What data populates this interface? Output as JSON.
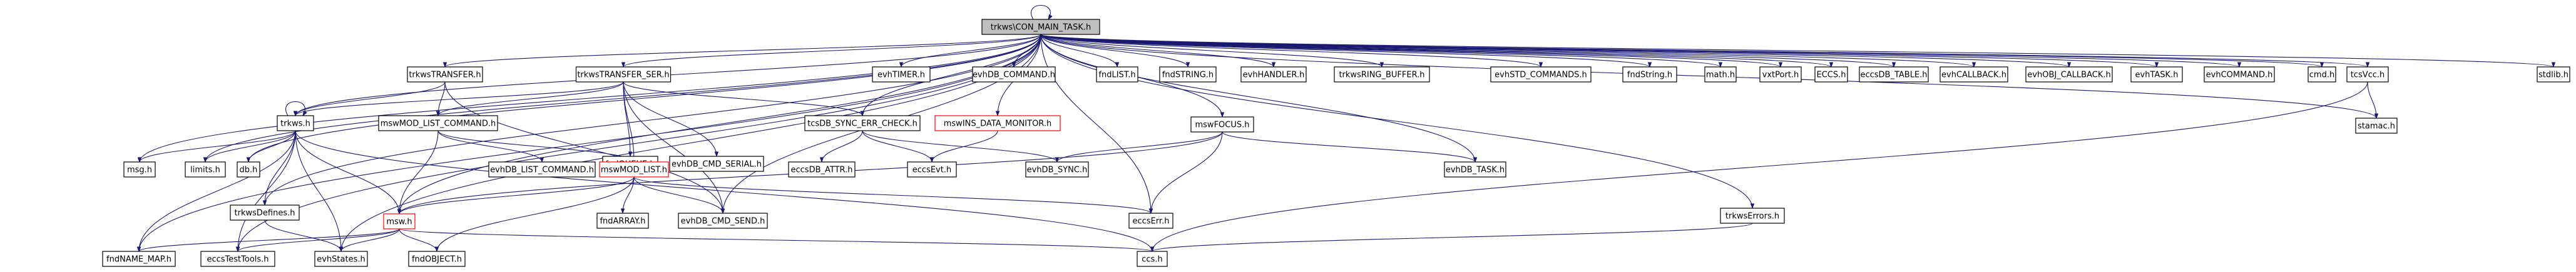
{
  "colors": {
    "edge": "#191970",
    "root_fill": "#bfbfbf",
    "red_border": "#ff0000",
    "border": "#000000"
  },
  "nodes": [
    {
      "id": "root",
      "label": "trkws\\CON_MAIN_TASK.h",
      "style": "root"
    },
    {
      "id": "trkwsTRANSFER",
      "label": "trkwsTRANSFER.h"
    },
    {
      "id": "trkwsTRANSFER_SER",
      "label": "trkwsTRANSFER_SER.h"
    },
    {
      "id": "evhTIMER",
      "label": "evhTIMER.h"
    },
    {
      "id": "evhDB_COMMAND",
      "label": "evhDB_COMMAND.h"
    },
    {
      "id": "fndLIST",
      "label": "fndLIST.h"
    },
    {
      "id": "fndSTRING",
      "label": "fndSTRING.h"
    },
    {
      "id": "evhHANDLER",
      "label": "evhHANDLER.h"
    },
    {
      "id": "trkwsRING_BUFFER",
      "label": "trkwsRING_BUFFER.h"
    },
    {
      "id": "evhSTD_COMMANDS",
      "label": "evhSTD_COMMANDS.h"
    },
    {
      "id": "fndString",
      "label": "fndString.h"
    },
    {
      "id": "math",
      "label": "math.h"
    },
    {
      "id": "vxtPort",
      "label": "vxtPort.h"
    },
    {
      "id": "ECCS",
      "label": "ECCS.h"
    },
    {
      "id": "eccsDB_TABLE",
      "label": "eccsDB_TABLE.h"
    },
    {
      "id": "evhCALLBACK",
      "label": "evhCALLBACK.h"
    },
    {
      "id": "evhOBJ_CALLBACK",
      "label": "evhOBJ_CALLBACK.h"
    },
    {
      "id": "evhTASK",
      "label": "evhTASK.h"
    },
    {
      "id": "evhCOMMAND",
      "label": "evhCOMMAND.h"
    },
    {
      "id": "cmd",
      "label": "cmd.h"
    },
    {
      "id": "tcsVcc",
      "label": "tcsVcc.h"
    },
    {
      "id": "stdlib",
      "label": "stdlib.h"
    },
    {
      "id": "trkws",
      "label": "trkws.h"
    },
    {
      "id": "mswMOD_LIST_COMMAND",
      "label": "mswMOD_LIST_COMMAND.h"
    },
    {
      "id": "fndQUEUE",
      "label": "fndQUEUE.h"
    },
    {
      "id": "evhDB_CMD_SERIAL",
      "label": "evhDB_CMD_SERIAL.h"
    },
    {
      "id": "tcsDB_SYNC_ERR_CHECK",
      "label": "tcsDB_SYNC_ERR_CHECK.h"
    },
    {
      "id": "mswINS_DATA_MONITOR",
      "label": "mswINS_DATA_MONITOR.h",
      "style": "red"
    },
    {
      "id": "mswFOCUS",
      "label": "mswFOCUS.h"
    },
    {
      "id": "stamac",
      "label": "stamac.h"
    },
    {
      "id": "msg",
      "label": "msg.h"
    },
    {
      "id": "limits",
      "label": "limits.h"
    },
    {
      "id": "db",
      "label": "db.h"
    },
    {
      "id": "evhDB_LIST_COMMAND",
      "label": "evhDB_LIST_COMMAND.h"
    },
    {
      "id": "mswMOD_LIST",
      "label": "mswMOD_LIST.h",
      "style": "red"
    },
    {
      "id": "eccsDB_ATTR",
      "label": "eccsDB_ATTR.h"
    },
    {
      "id": "eccsEvt",
      "label": "eccsEvt.h"
    },
    {
      "id": "evhDB_SYNC",
      "label": "evhDB_SYNC.h"
    },
    {
      "id": "evhDB_TASK",
      "label": "evhDB_TASK.h"
    },
    {
      "id": "trkwsDefines",
      "label": "trkwsDefines.h"
    },
    {
      "id": "msw",
      "label": "msw.h",
      "style": "red"
    },
    {
      "id": "fndARRAY",
      "label": "fndARRAY.h"
    },
    {
      "id": "evhDB_CMD_SEND",
      "label": "evhDB_CMD_SEND.h"
    },
    {
      "id": "eccsErr",
      "label": "eccsErr.h"
    },
    {
      "id": "trkwsErrors",
      "label": "trkwsErrors.h"
    },
    {
      "id": "fndNAME_MAP",
      "label": "fndNAME_MAP.h"
    },
    {
      "id": "eccsTestTools",
      "label": "eccsTestTools.h"
    },
    {
      "id": "evhStates",
      "label": "evhStates.h"
    },
    {
      "id": "fndOBJECT",
      "label": "fndOBJECT.h"
    },
    {
      "id": "ccs",
      "label": "ccs.h"
    }
  ],
  "edges": [
    [
      "root",
      "trkwsTRANSFER"
    ],
    [
      "root",
      "trkwsTRANSFER_SER"
    ],
    [
      "root",
      "evhTIMER"
    ],
    [
      "root",
      "evhDB_COMMAND"
    ],
    [
      "root",
      "fndLIST"
    ],
    [
      "root",
      "fndSTRING"
    ],
    [
      "root",
      "evhHANDLER"
    ],
    [
      "root",
      "trkwsRING_BUFFER"
    ],
    [
      "root",
      "evhSTD_COMMANDS"
    ],
    [
      "root",
      "fndString"
    ],
    [
      "root",
      "math"
    ],
    [
      "root",
      "vxtPort"
    ],
    [
      "root",
      "ECCS"
    ],
    [
      "root",
      "eccsDB_TABLE"
    ],
    [
      "root",
      "evhCALLBACK"
    ],
    [
      "root",
      "evhOBJ_CALLBACK"
    ],
    [
      "root",
      "evhTASK"
    ],
    [
      "root",
      "evhCOMMAND"
    ],
    [
      "root",
      "cmd"
    ],
    [
      "root",
      "tcsVcc"
    ],
    [
      "root",
      "stdlib"
    ],
    [
      "root",
      "trkws"
    ],
    [
      "root",
      "mswFOCUS"
    ],
    [
      "root",
      "msg"
    ],
    [
      "root",
      "limits"
    ],
    [
      "root",
      "db"
    ],
    [
      "root",
      "trkwsDefines"
    ],
    [
      "root",
      "msw"
    ],
    [
      "root",
      "trkwsErrors"
    ],
    [
      "root",
      "fndNAME_MAP"
    ],
    [
      "root",
      "eccsTestTools"
    ],
    [
      "root",
      "evhStates"
    ],
    [
      "root",
      "eccsErr"
    ],
    [
      "root",
      "evhDB_TASK"
    ],
    [
      "root",
      "evhDB_CMD_SEND"
    ],
    [
      "root",
      "mswINS_DATA_MONITOR"
    ],
    [
      "root",
      "tcsDB_SYNC_ERR_CHECK"
    ],
    [
      "root",
      "stamac"
    ],
    [
      "root",
      "root"
    ],
    [
      "trkwsTRANSFER",
      "trkws"
    ],
    [
      "trkwsTRANSFER",
      "mswMOD_LIST_COMMAND"
    ],
    [
      "trkwsTRANSFER",
      "evhDB_CMD_SEND"
    ],
    [
      "trkwsTRANSFER_SER",
      "trkws"
    ],
    [
      "trkwsTRANSFER_SER",
      "mswMOD_LIST_COMMAND"
    ],
    [
      "trkwsTRANSFER_SER",
      "fndQUEUE"
    ],
    [
      "trkwsTRANSFER_SER",
      "evhDB_CMD_SERIAL"
    ],
    [
      "trkwsTRANSFER_SER",
      "tcsDB_SYNC_ERR_CHECK"
    ],
    [
      "trkwsTRANSFER_SER",
      "mswMOD_LIST"
    ],
    [
      "trkwsTRANSFER_SER",
      "evhDB_CMD_SEND"
    ],
    [
      "trkws",
      "msg"
    ],
    [
      "trkws",
      "limits"
    ],
    [
      "trkws",
      "db"
    ],
    [
      "trkws",
      "trkwsDefines"
    ],
    [
      "trkws",
      "msw"
    ],
    [
      "trkws",
      "fndNAME_MAP"
    ],
    [
      "trkws",
      "eccsTestTools"
    ],
    [
      "trkws",
      "evhStates"
    ],
    [
      "trkws",
      "ccs"
    ],
    [
      "trkws",
      "trkws"
    ],
    [
      "mswMOD_LIST_COMMAND",
      "evhDB_LIST_COMMAND"
    ],
    [
      "mswMOD_LIST_COMMAND",
      "mswMOD_LIST"
    ],
    [
      "mswMOD_LIST_COMMAND",
      "msw"
    ],
    [
      "mswMOD_LIST",
      "msw"
    ],
    [
      "mswMOD_LIST",
      "fndARRAY"
    ],
    [
      "mswMOD_LIST",
      "evhDB_CMD_SEND"
    ],
    [
      "mswMOD_LIST",
      "eccsErr"
    ],
    [
      "mswMOD_LIST",
      "fndOBJECT"
    ],
    [
      "tcsDB_SYNC_ERR_CHECK",
      "eccsDB_ATTR"
    ],
    [
      "tcsDB_SYNC_ERR_CHECK",
      "eccsEvt"
    ],
    [
      "tcsDB_SYNC_ERR_CHECK",
      "evhDB_SYNC"
    ],
    [
      "mswINS_DATA_MONITOR",
      "eccsEvt"
    ],
    [
      "mswFOCUS",
      "evhDB_SYNC"
    ],
    [
      "mswFOCUS",
      "evhDB_TASK"
    ],
    [
      "mswFOCUS",
      "eccsErr"
    ],
    [
      "mswFOCUS",
      "msw"
    ],
    [
      "trkwsDefines",
      "evhStates"
    ],
    [
      "msw",
      "fndNAME_MAP"
    ],
    [
      "msw",
      "eccsTestTools"
    ],
    [
      "msw",
      "evhStates"
    ],
    [
      "msw",
      "fndOBJECT"
    ],
    [
      "msw",
      "ccs"
    ],
    [
      "tcsVcc",
      "stamac"
    ],
    [
      "tcsVcc",
      "ccs"
    ],
    [
      "trkwsErrors",
      "ccs"
    ]
  ]
}
